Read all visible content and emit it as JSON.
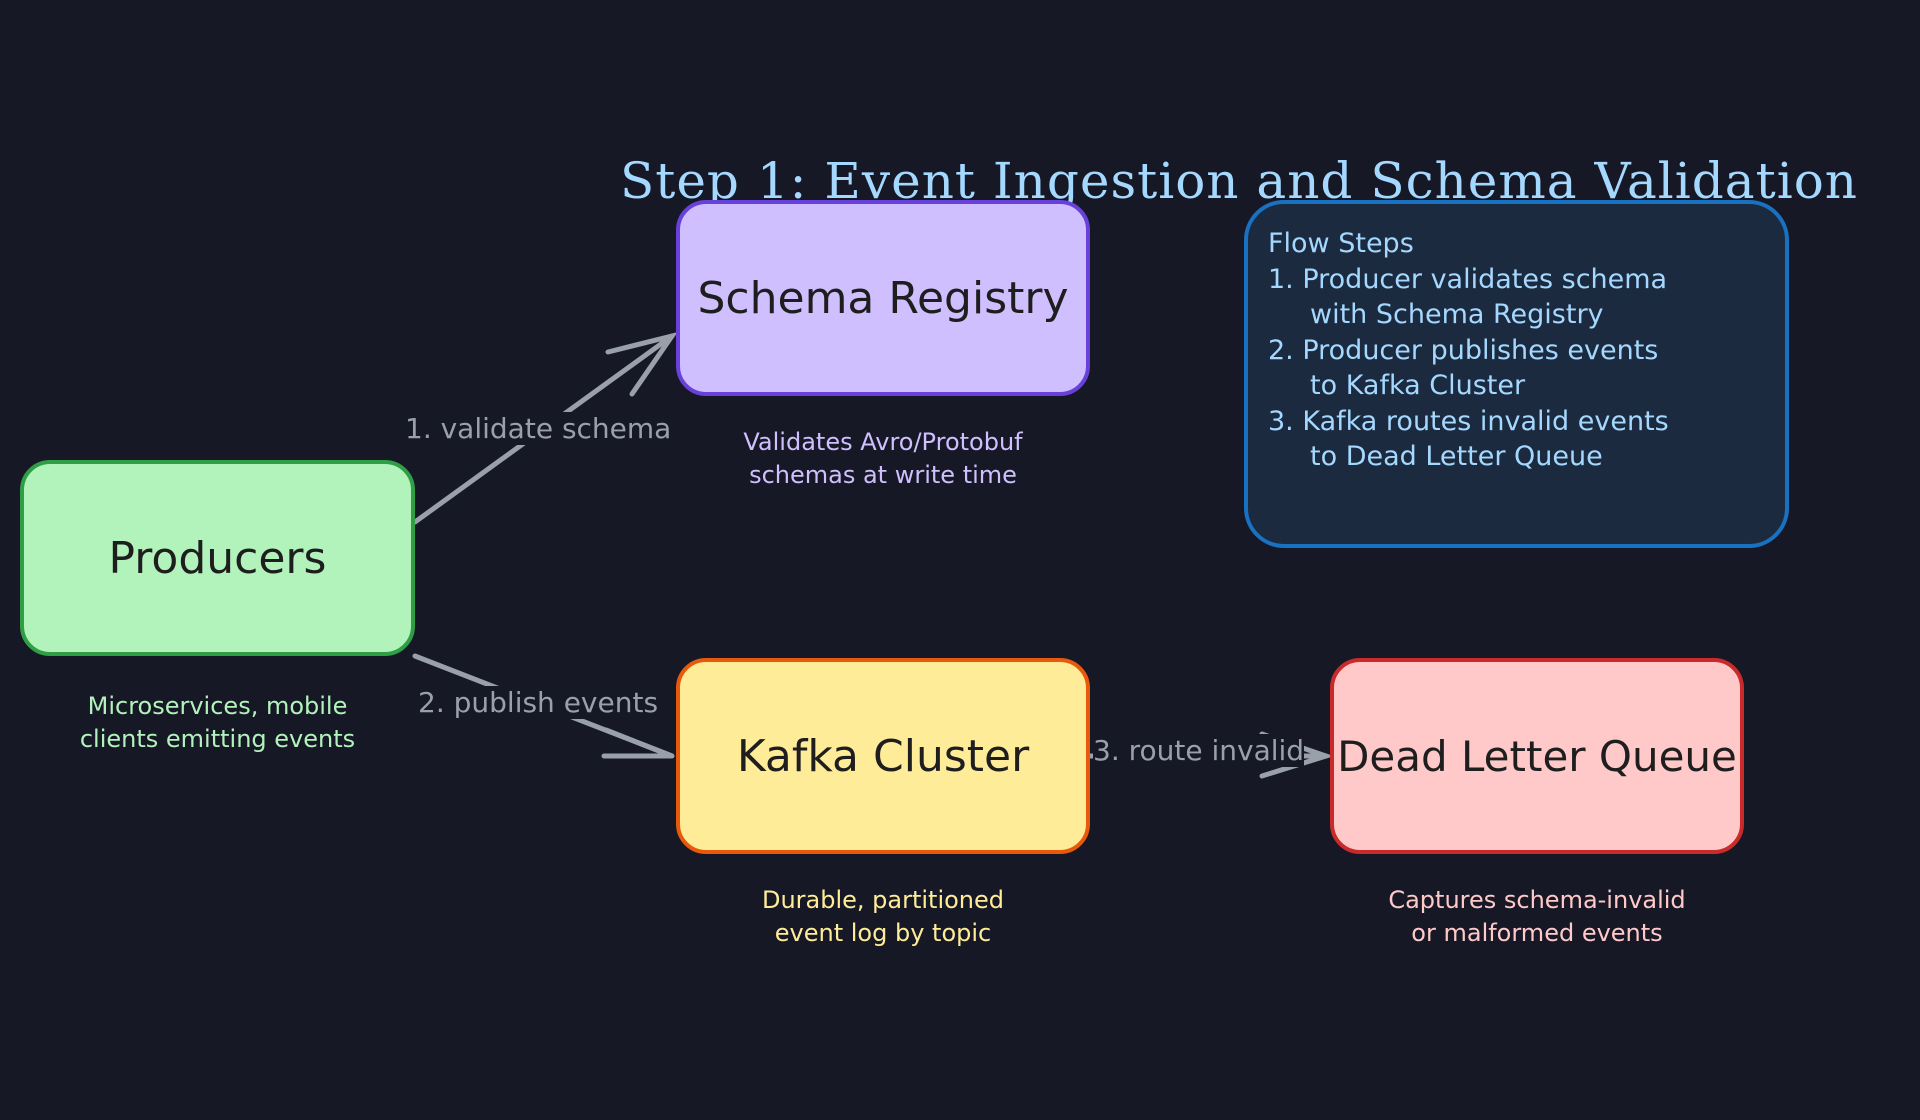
{
  "title": "Step 1: Event Ingestion and Schema Validation",
  "nodes": {
    "producers": {
      "label": "Producers",
      "description": [
        "Microservices, mobile",
        "clients emitting events"
      ]
    },
    "schema_registry": {
      "label": "Schema Registry",
      "description": [
        "Validates Avro/Protobuf",
        "schemas at write time"
      ]
    },
    "kafka_cluster": {
      "label": "Kafka Cluster",
      "description": [
        "Durable, partitioned",
        "event log by topic"
      ]
    },
    "dead_letter_queue": {
      "label": "Dead Letter Queue",
      "description": [
        "Captures schema-invalid",
        "or malformed events"
      ]
    }
  },
  "edges": {
    "validate": "1. validate schema",
    "publish": "2. publish events",
    "route": "3. route invalid"
  },
  "flow_steps": {
    "heading": "Flow Steps",
    "lines": [
      "1. Producer validates schema",
      "with Schema Registry",
      "2. Producer publishes events",
      "to Kafka Cluster",
      "3. Kafka routes invalid events",
      "to Dead Letter Queue"
    ]
  },
  "colors": {
    "background": "#161826",
    "title": "#a5d8ff",
    "producers": "#b2f2bb",
    "schema_registry": "#d0bfff",
    "kafka_cluster": "#ffec99",
    "dead_letter_queue": "#ffc9c9",
    "arrow": "#9aa0aa",
    "flow_box_border": "#1971c2"
  }
}
